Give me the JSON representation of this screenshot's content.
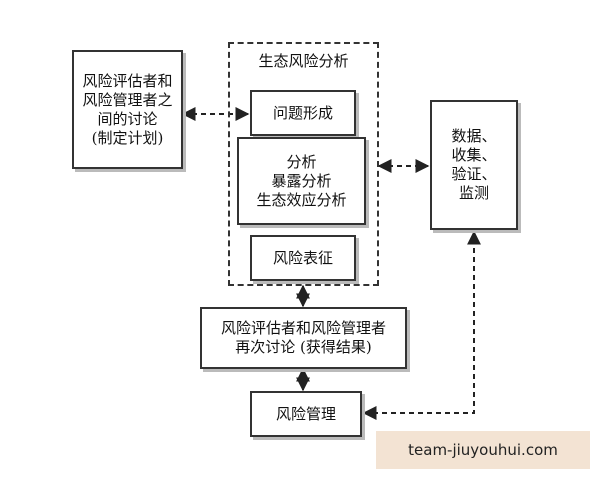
{
  "diagram": {
    "planning_box": "风险评估者和\n风险管理者之\n间的讨论\n(制定计划)",
    "frame_title": "生态风险分析",
    "problem_formulation": "问题形成",
    "analysis_box": "分析\n暴露分析\n生态效应分析",
    "risk_characterization": "风险表征",
    "data_box": "数据、\n收集、\n验证、\n监测",
    "discussion_results": "风险评估者和风险管理者\n再次讨论 (获得结果)",
    "risk_management": "风险管理"
  },
  "watermark": {
    "text": "team-jiuyouhui.com"
  }
}
